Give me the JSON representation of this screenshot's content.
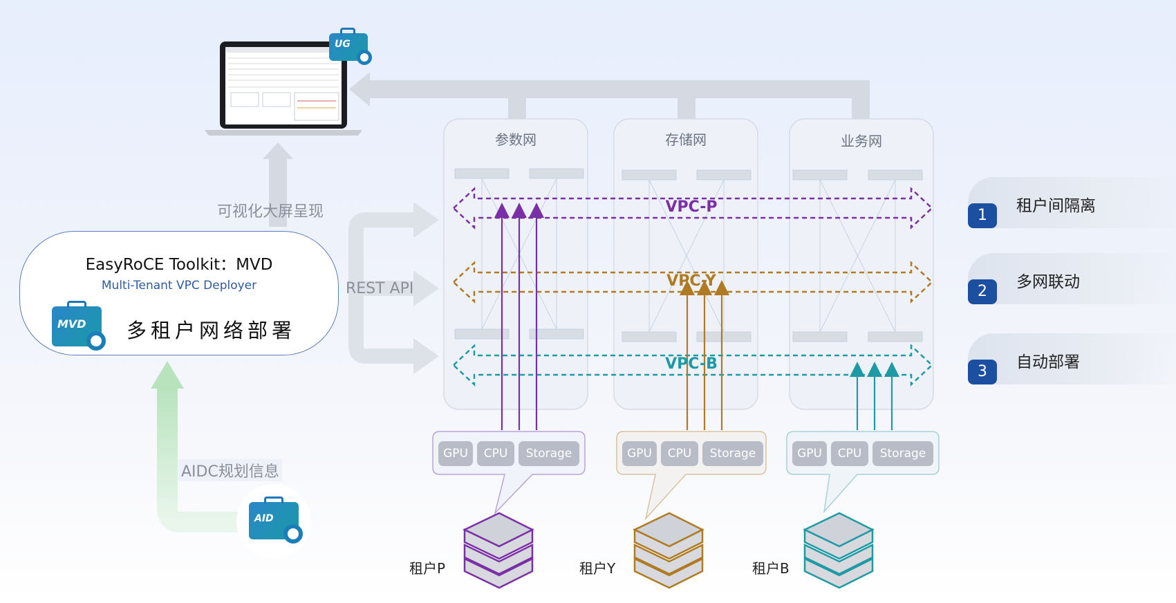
{
  "networks": [
    {
      "name": "参数网"
    },
    {
      "name": "存储网"
    },
    {
      "name": "业务网"
    }
  ],
  "vpcs": [
    {
      "name": "VPC-P",
      "color": "#7b2fa6"
    },
    {
      "name": "VPC-Y",
      "color": "#b07a22"
    },
    {
      "name": "VPC-B",
      "color": "#1e9aa5"
    }
  ],
  "tenants": [
    {
      "name": "租户P",
      "color": "#7b2fa6",
      "resources": [
        "GPU",
        "CPU",
        "Storage"
      ]
    },
    {
      "name": "租户Y",
      "color": "#b07a22",
      "resources": [
        "GPU",
        "CPU",
        "Storage"
      ]
    },
    {
      "name": "租户B",
      "color": "#1e9aa5",
      "resources": [
        "GPU",
        "CPU",
        "Storage"
      ]
    }
  ],
  "features": [
    {
      "num": "1",
      "label": "租户间隔离"
    },
    {
      "num": "2",
      "label": "多网联动"
    },
    {
      "num": "3",
      "label": "自动部署"
    }
  ],
  "mvd": {
    "title": "EasyRoCE Toolkit：MVD",
    "subtitle": "Multi-Tenant VPC Deployer",
    "description": "多租户网络部署",
    "icon_label": "MVD"
  },
  "ug": {
    "icon_label": "UG"
  },
  "aid": {
    "icon_label": "AID"
  },
  "labels": {
    "visual": "可视化大屏呈现",
    "rest_api": "REST API",
    "aidc": "AIDC规划信息"
  }
}
